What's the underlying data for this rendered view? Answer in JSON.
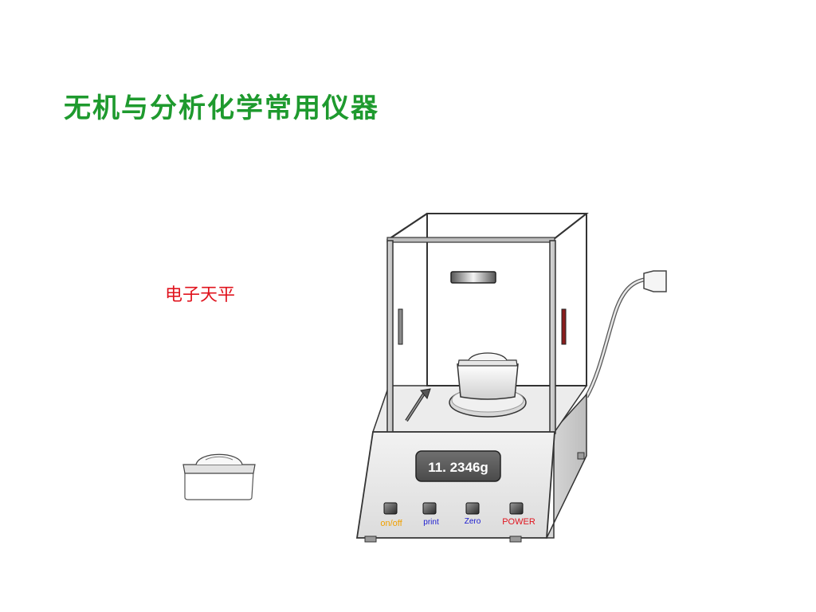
{
  "slide": {
    "title": "无机与分析化学常用仪器",
    "caption": "电子天平"
  },
  "balance": {
    "display_reading": "11. 2346g",
    "buttons": [
      {
        "label": "on/off",
        "color": "#f0a000"
      },
      {
        "label": "print",
        "color": "#1a1ad0"
      },
      {
        "label": "Zero",
        "color": "#1a1ad0"
      },
      {
        "label": "POWER",
        "color": "#e0141e"
      }
    ]
  }
}
